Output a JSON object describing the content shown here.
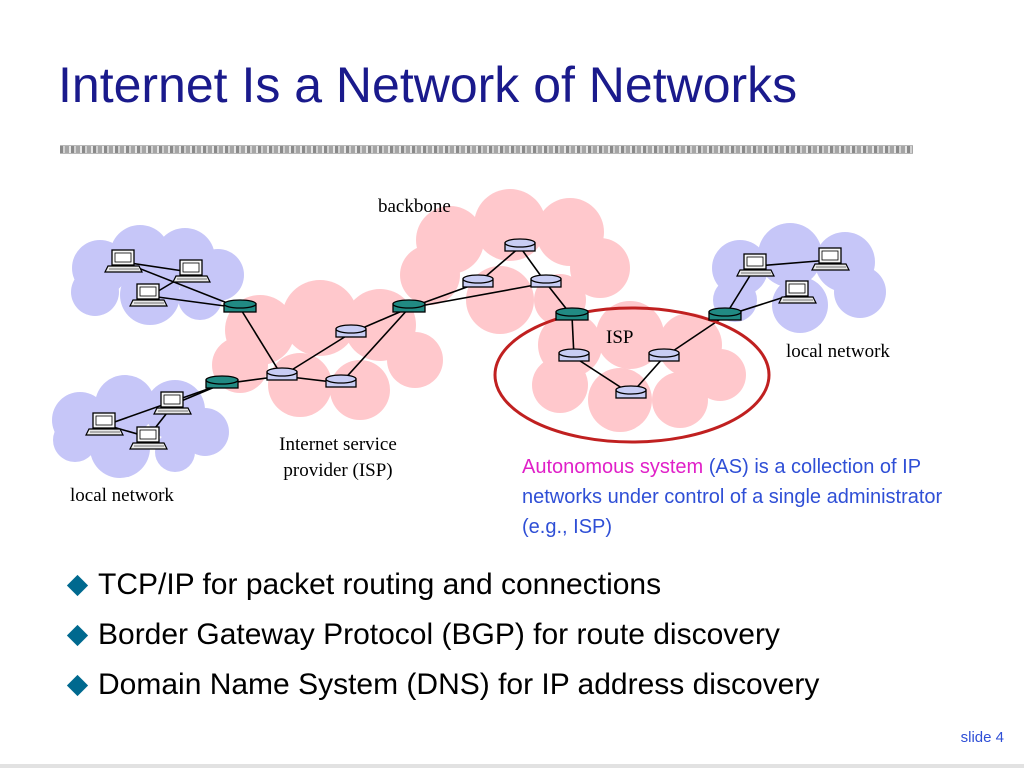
{
  "slide": {
    "title": "Internet Is a Network of Networks",
    "footer": "slide 4"
  },
  "diagram": {
    "labels": {
      "backbone": "backbone",
      "isp": "ISP",
      "isp_name_line1": "Internet service",
      "isp_name_line2": "provider (ISP)",
      "local_network_left": "local network",
      "local_network_right": "local network"
    },
    "colors": {
      "local_cloud": "#c6c6f8",
      "isp_cloud": "#ffc8cc",
      "router": "#218a83",
      "node": "#c8cdf4",
      "as_circle": "#c02020"
    }
  },
  "as_note": {
    "highlight": "Autonomous system",
    "rest": " (AS) is a collection of IP networks under control of a single administrator (e.g., ISP)"
  },
  "bullets": [
    "TCP/IP for packet routing and connections",
    "Border Gateway Protocol (BGP) for route discovery",
    "Domain Name System (DNS) for IP address discovery"
  ]
}
